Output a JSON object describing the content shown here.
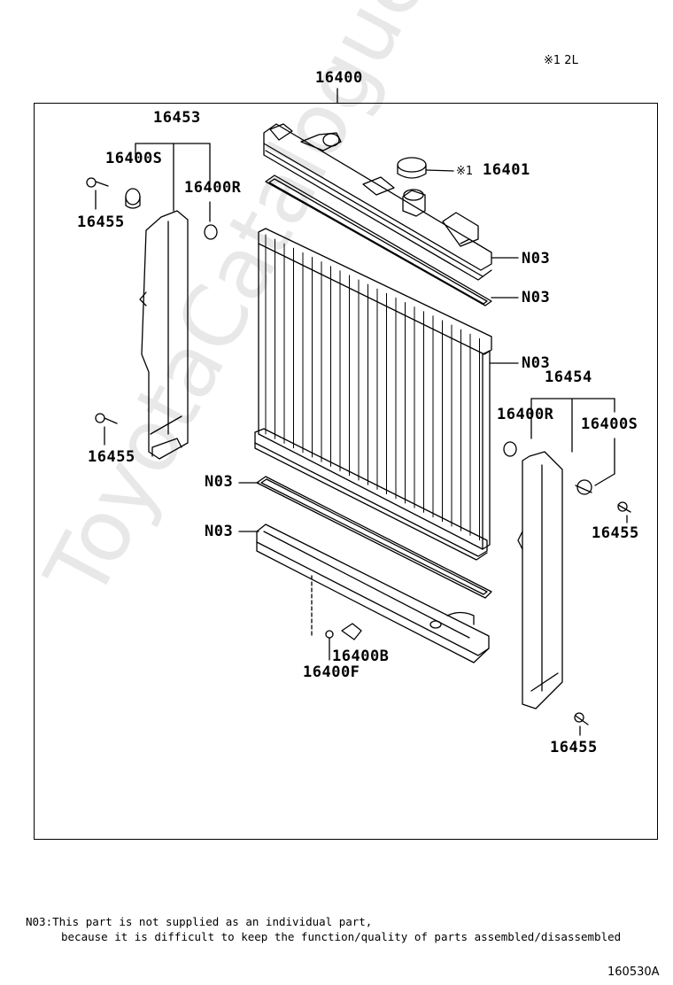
{
  "variant_note": "※1 2L",
  "frame_label": "16400",
  "callouts": {
    "bracket_left": "16453",
    "bracket_left_s": "16400S",
    "bracket_left_r": "16400R",
    "bolt_left_top": "16455",
    "bolt_left_bottom": "16455",
    "cap": "16401",
    "cap_mark": "※1",
    "gasket_1": "N03",
    "gasket_2": "N03",
    "core_n03": "N03",
    "lower_gasket": "N03",
    "lower_tank": "N03",
    "bracket_right": "16454",
    "bracket_right_r": "16400R",
    "bracket_right_s": "16400S",
    "bolt_right_mid": "16455",
    "bolt_right_bottom": "16455",
    "drain_b": "16400B",
    "drain_f": "16400F"
  },
  "footnote": {
    "line1": "N03:This part is not supplied as an individual part,",
    "line2": "because it is difficult to keep the function/quality of parts assembled/disassembled"
  },
  "diagram_code": "160530A",
  "watermark": "ToyotaCatalogue.ru"
}
